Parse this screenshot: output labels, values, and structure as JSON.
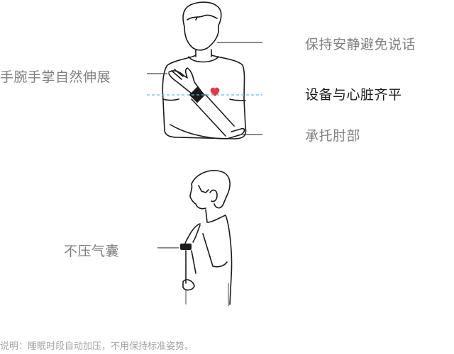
{
  "front_view": {
    "labels": {
      "quiet": "保持安静避免说话",
      "wrist_palm": "手腕手掌自然伸展",
      "heart_level": "设备与心脏齐平",
      "elbow": "承托肘部"
    },
    "colors": {
      "heart": "#e03a45",
      "level_line": "#5bc0de",
      "device": "#1a1a1a"
    }
  },
  "side_view": {
    "labels": {
      "no_airbag": "不压气囊"
    }
  },
  "note": "说明：睡眠时段自动加压，不用保持标准姿势。"
}
